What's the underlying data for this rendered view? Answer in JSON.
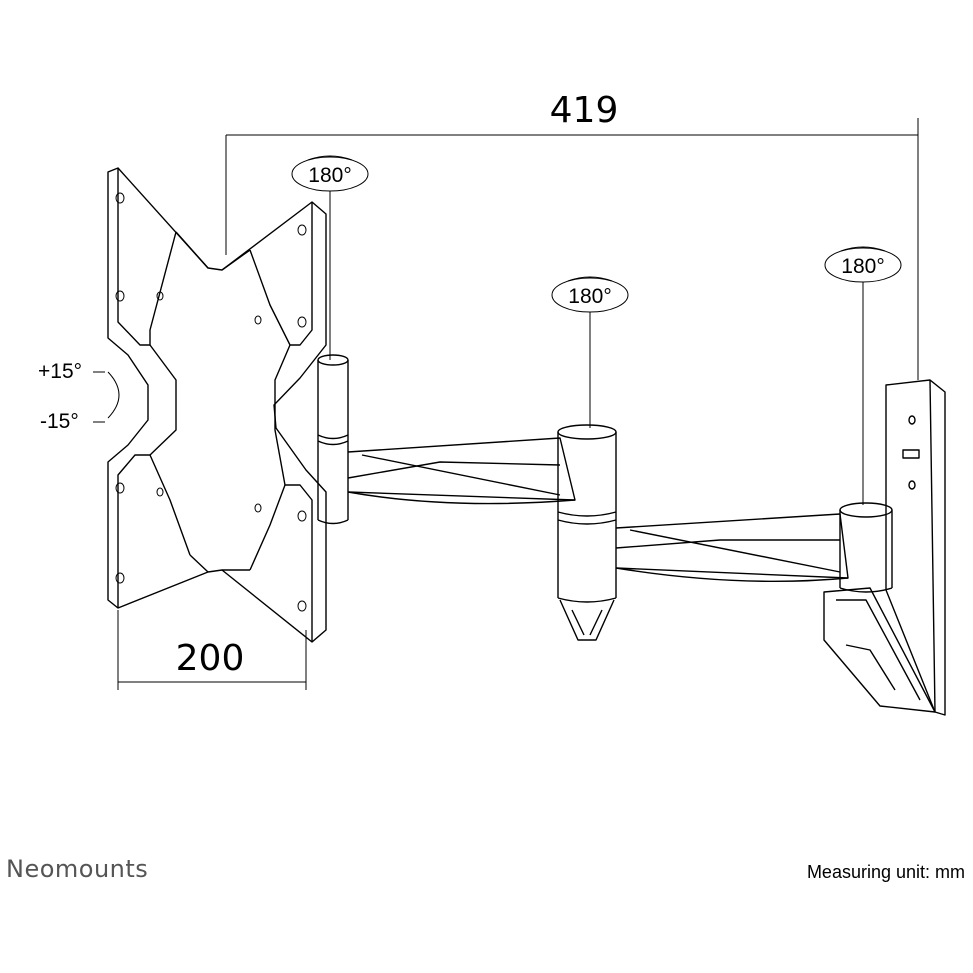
{
  "dimensions": {
    "total_width": "419",
    "vesa_spacing": "200"
  },
  "rotation_labels": {
    "plate_pivot": "180°",
    "middle_joint": "180°",
    "wall_pivot": "180°"
  },
  "tilt": {
    "up": "+15°",
    "down": "-15°"
  },
  "footer": {
    "brand": "Neomounts",
    "unit_note": "Measuring unit: mm"
  }
}
